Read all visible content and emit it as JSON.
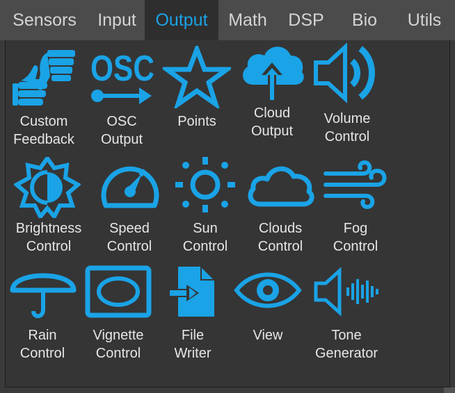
{
  "colors": {
    "accent": "#1aa3e6",
    "tab_text": "#d4d4d4",
    "label_text": "#e6e6e6",
    "tabbar_bg": "#4b4b4b",
    "panel_bg": "#353535"
  },
  "tabs": [
    {
      "label": "Sensors"
    },
    {
      "label": "Input"
    },
    {
      "label": "Output",
      "active": true
    },
    {
      "label": "Math"
    },
    {
      "label": "DSP"
    },
    {
      "label": "Bio"
    },
    {
      "label": "Utils"
    }
  ],
  "tiles": [
    {
      "icon": "thumbs-up-down-icon",
      "line1": "Custom",
      "line2": "Feedback"
    },
    {
      "icon": "osc-arrow-icon",
      "line1": "OSC",
      "line2": "Output",
      "icon_text": "OSC"
    },
    {
      "icon": "star-icon",
      "line1": "Points",
      "line2": ""
    },
    {
      "icon": "cloud-upload-icon",
      "line1": "Cloud",
      "line2": "Output"
    },
    {
      "icon": "speaker-icon",
      "line1": "Volume",
      "line2": "Control"
    },
    {
      "icon": "brightness-icon",
      "line1": "Brightness",
      "line2": "Control"
    },
    {
      "icon": "speedometer-icon",
      "line1": "Speed",
      "line2": "Control"
    },
    {
      "icon": "sun-icon",
      "line1": "Sun",
      "line2": "Control"
    },
    {
      "icon": "cloud-icon",
      "line1": "Clouds",
      "line2": "Control"
    },
    {
      "icon": "wind-icon",
      "line1": "Fog",
      "line2": "Control"
    },
    {
      "icon": "umbrella-icon",
      "line1": "Rain",
      "line2": "Control"
    },
    {
      "icon": "vignette-icon",
      "line1": "Vignette",
      "line2": "Control"
    },
    {
      "icon": "file-import-icon",
      "line1": "File",
      "line2": "Writer"
    },
    {
      "icon": "eye-icon",
      "line1": "View",
      "line2": ""
    },
    {
      "icon": "tone-wave-icon",
      "line1": "Tone",
      "line2": "Generator"
    }
  ]
}
